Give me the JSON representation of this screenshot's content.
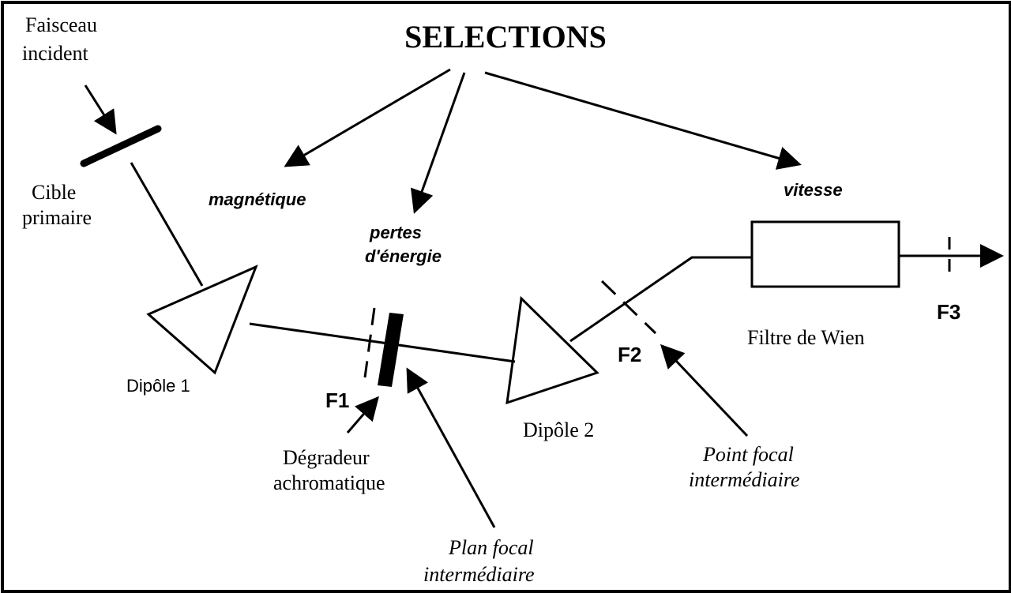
{
  "title": "SELECTIONS",
  "labels": {
    "faisceau_1": "Faisceau",
    "faisceau_2": "incident",
    "cible_1": "Cible",
    "cible_2": "primaire",
    "magnetique": "magnétique",
    "pertes_1": "pertes",
    "pertes_2": "d'énergie",
    "vitesse": "vitesse",
    "dipole1": "Dipôle 1",
    "dipole2": "Dipôle 2",
    "f1": "F1",
    "f2": "F2",
    "f3": "F3",
    "degradeur_1": "Dégradeur",
    "degradeur_2": "achromatique",
    "plan_1": "Plan focal",
    "plan_2": "intermédiaire",
    "point_1": "Point focal",
    "point_2": "intermédiaire",
    "wien": "Filtre de Wien"
  }
}
